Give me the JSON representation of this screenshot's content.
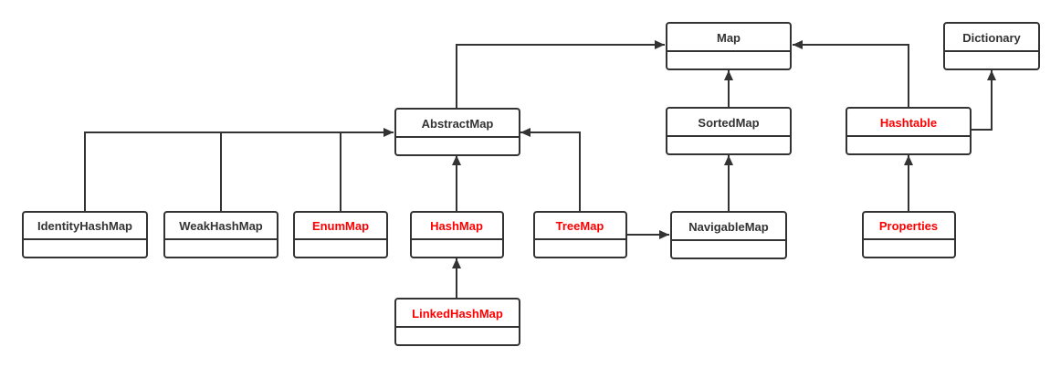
{
  "colors": {
    "line": "#333333",
    "text_normal": "#333333",
    "text_highlight": "#ff0000",
    "box_fill": "#ffffff"
  },
  "classes": {
    "map": {
      "name": "Map",
      "highlight": false
    },
    "dictionary": {
      "name": "Dictionary",
      "highlight": false
    },
    "abstract_map": {
      "name": "AbstractMap",
      "highlight": false
    },
    "sorted_map": {
      "name": "SortedMap",
      "highlight": false
    },
    "hashtable": {
      "name": "Hashtable",
      "highlight": true
    },
    "identity_hash_map": {
      "name": "IdentityHashMap",
      "highlight": false
    },
    "weak_hash_map": {
      "name": "WeakHashMap",
      "highlight": false
    },
    "enum_map": {
      "name": "EnumMap",
      "highlight": true
    },
    "hash_map": {
      "name": "HashMap",
      "highlight": true
    },
    "tree_map": {
      "name": "TreeMap",
      "highlight": true
    },
    "navigable_map": {
      "name": "NavigableMap",
      "highlight": false
    },
    "properties": {
      "name": "Properties",
      "highlight": true
    },
    "linked_hash_map": {
      "name": "LinkedHashMap",
      "highlight": true
    }
  },
  "relations": [
    {
      "from": "abstract_map",
      "to": "map"
    },
    {
      "from": "hashtable",
      "to": "map"
    },
    {
      "from": "hashtable",
      "to": "dictionary"
    },
    {
      "from": "sorted_map",
      "to": "map"
    },
    {
      "from": "navigable_map",
      "to": "sorted_map"
    },
    {
      "from": "properties",
      "to": "hashtable"
    },
    {
      "from": "identity_hash_map",
      "to": "abstract_map"
    },
    {
      "from": "weak_hash_map",
      "to": "abstract_map"
    },
    {
      "from": "enum_map",
      "to": "abstract_map"
    },
    {
      "from": "hash_map",
      "to": "abstract_map"
    },
    {
      "from": "tree_map",
      "to": "abstract_map"
    },
    {
      "from": "tree_map",
      "to": "navigable_map"
    },
    {
      "from": "linked_hash_map",
      "to": "hash_map"
    }
  ]
}
